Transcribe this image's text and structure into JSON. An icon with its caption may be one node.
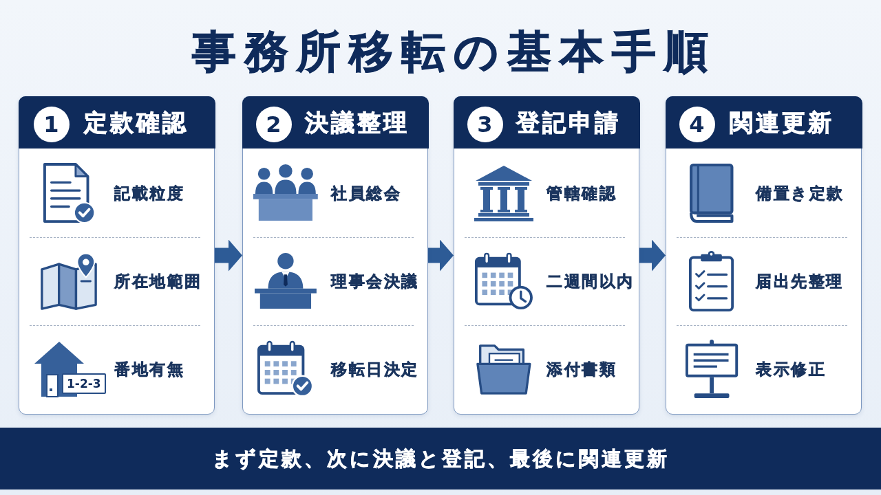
{
  "diagram": {
    "title": "事務所移転の基本手順",
    "nodes": [
      {
        "text": [
          "定款確認",
          "記載粒度",
          "所在地範囲",
          "番地有無"
        ]
      },
      {
        "text": [
          "1"
        ],
        "in": 0
      },
      {
        "text": [
          "決議整理",
          "社員総会",
          "理事会決議",
          "移転日決定"
        ]
      },
      {
        "text": [
          "2"
        ],
        "in": 2
      },
      {
        "text": [
          "登記申請",
          "管轄確認",
          "二週間以内",
          "添付書類"
        ]
      },
      {
        "text": [
          "3"
        ],
        "in": 4
      },
      {
        "text": [
          "関連更新",
          "備置き定款",
          "届出先整理",
          "表示修正"
        ]
      },
      {
        "text": [
          "4"
        ],
        "in": 6
      },
      {
        "text": [
          "まず定款、次に決議と登記、最後に関連更新"
        ]
      }
    ],
    "edges": [
      {
        "from": 0,
        "to": 2,
        "arrow": "to"
      },
      {
        "from": 2,
        "to": 4,
        "arrow": "to"
      },
      {
        "from": 4,
        "to": 6,
        "arrow": "to"
      }
    ],
    "labels": [
      "1-2-3"
    ]
  }
}
